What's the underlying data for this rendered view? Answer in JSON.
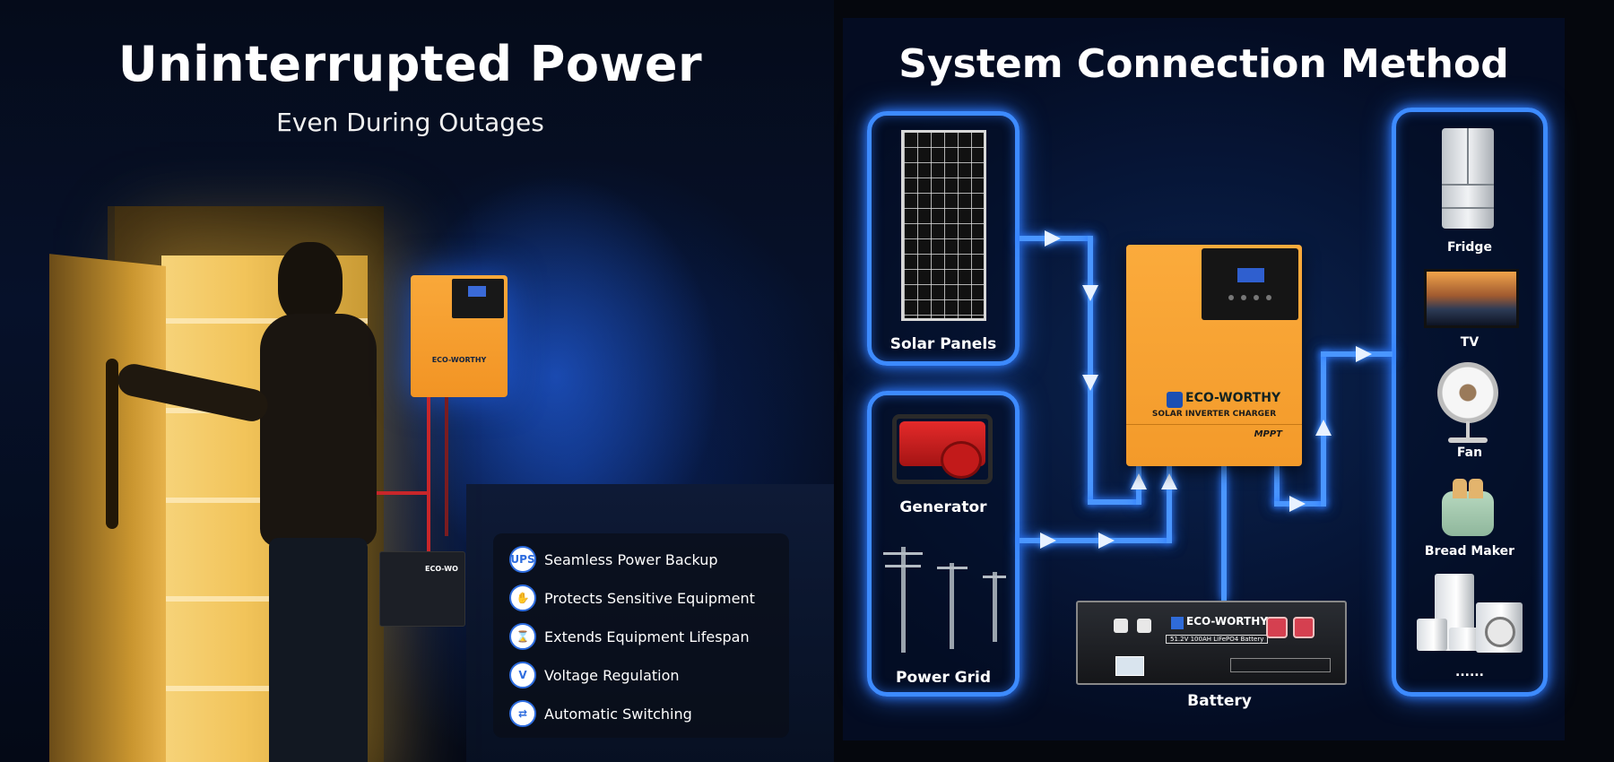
{
  "left": {
    "title": "Uninterrupted Power",
    "subtitle": "Even During Outages",
    "features": [
      {
        "icon": "ups-icon",
        "icon_text": "UPS",
        "label": "Seamless Power Backup"
      },
      {
        "icon": "shield-hand-icon",
        "icon_text": "✋",
        "label": "Protects Sensitive Equipment"
      },
      {
        "icon": "hourglass-icon",
        "icon_text": "⌛",
        "label": "Extends Equipment Lifespan"
      },
      {
        "icon": "voltage-icon",
        "icon_text": "V",
        "label": "Voltage Regulation"
      },
      {
        "icon": "switch-icon",
        "icon_text": "⇄",
        "label": "Automatic Switching"
      }
    ],
    "wall_inverter_brand": "ECO-WORTHY",
    "wall_battery_brand": "ECO-WO"
  },
  "right": {
    "title": "System Connection Method",
    "sources": {
      "solar": "Solar Panels",
      "generator": "Generator",
      "grid": "Power Grid"
    },
    "inverter": {
      "brand": "ECO-WORTHY",
      "subtitle": "SOLAR INVERTER CHARGER",
      "mppt": "MPPT"
    },
    "battery": {
      "label": "Battery",
      "brand": "ECO-WORTHY",
      "spec": "51.2V 100AH LiFePO4 Battery"
    },
    "loads": [
      "Fridge",
      "TV",
      "Fan",
      "Bread Maker",
      "......"
    ]
  },
  "colors": {
    "accent_blue": "#3d8bff",
    "inverter_orange": "#f39a2a"
  }
}
